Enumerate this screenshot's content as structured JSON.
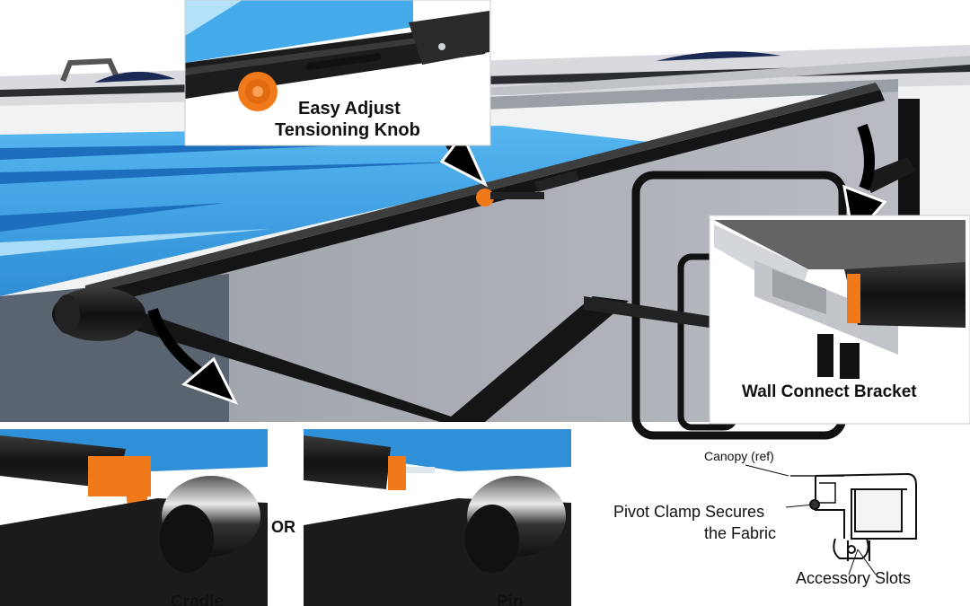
{
  "callouts": {
    "knob_label": [
      "Easy Adjust",
      "Tensioning Knob"
    ],
    "bracket_label": "Wall Connect Bracket",
    "or_label": "OR",
    "cradle_label": "Cradle",
    "pin_label": "Pin"
  },
  "profile": {
    "canopy_label": "Canopy (ref)",
    "clamp_label": [
      "Pivot Clamp Secures",
      "the Fabric"
    ],
    "slots_label": "Accessory Slots"
  },
  "colors": {
    "accent_orange": "#f07a1a",
    "rv_blue": "#3a9fe0",
    "rv_dark_blue": "#1e6fb8",
    "arm_black": "#141414",
    "wall_grey": "#a9acb2"
  }
}
